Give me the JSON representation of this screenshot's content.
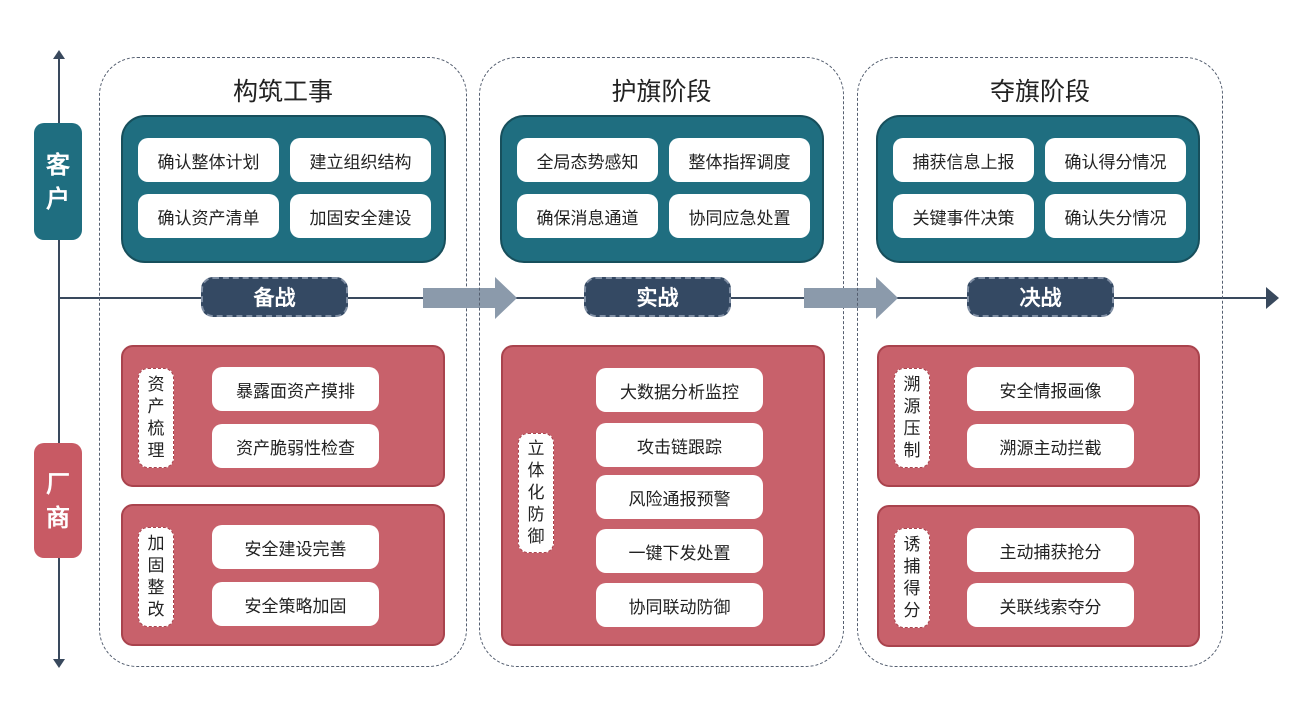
{
  "axes": {
    "vertical_arrow": "double-arrow",
    "horizontal_arrow": "right-arrow"
  },
  "sides": {
    "client": [
      "客",
      "户"
    ],
    "vendor": [
      "厂",
      "商"
    ]
  },
  "phases": [
    {
      "title": "构筑工事",
      "client_items": [
        "确认整体计划",
        "建立组织结构",
        "确认资产清单",
        "加固安全建设"
      ],
      "stage": "备战",
      "vendor_groups": [
        {
          "label": [
            "资",
            "产",
            "梳",
            "理"
          ],
          "items": [
            "暴露面资产摸排",
            "资产脆弱性检查"
          ]
        },
        {
          "label": [
            "加",
            "固",
            "整",
            "改"
          ],
          "items": [
            "安全建设完善",
            "安全策略加固"
          ]
        }
      ]
    },
    {
      "title": "护旗阶段",
      "client_items": [
        "全局态势感知",
        "整体指挥调度",
        "确保消息通道",
        "协同应急处置"
      ],
      "stage": "实战",
      "vendor_groups": [
        {
          "label": [
            "立",
            "体",
            "化",
            "防",
            "御"
          ],
          "items": [
            "大数据分析监控",
            "攻击链跟踪",
            "风险通报预警",
            "一键下发处置",
            "协同联动防御"
          ]
        }
      ]
    },
    {
      "title": "夺旗阶段",
      "client_items": [
        "捕获信息上报",
        "确认得分情况",
        "关键事件决策",
        "确认失分情况"
      ],
      "stage": "决战",
      "vendor_groups": [
        {
          "label": [
            "溯",
            "源",
            "压",
            "制"
          ],
          "items": [
            "安全情报画像",
            "溯源主动拦截"
          ]
        },
        {
          "label": [
            "诱",
            "捕",
            "得",
            "分"
          ],
          "items": [
            "主动捕获抢分",
            "关联线索夺分"
          ]
        }
      ]
    }
  ],
  "colors": {
    "teal": "#1f6e80",
    "red": "#c8616b",
    "navy": "#344963",
    "arrow_gray": "#8b9aab"
  }
}
